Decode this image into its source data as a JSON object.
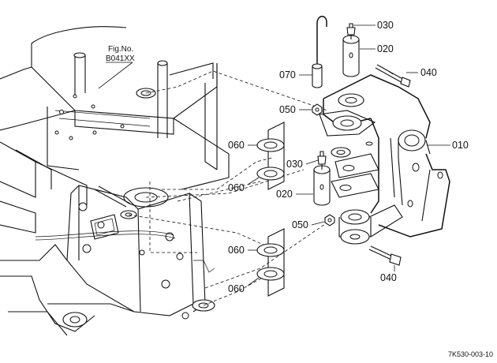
{
  "figure_ref": {
    "line1": "Fig.No.",
    "line2": "B041XX"
  },
  "callouts": {
    "c030_top": "030",
    "c020_top": "020",
    "c040_top": "040",
    "c070": "070",
    "c050_top": "050",
    "c010": "010",
    "c060_a": "060",
    "c060_b": "060",
    "c030_mid": "030",
    "c020_mid": "020",
    "c050_bot": "050",
    "c060_c": "060",
    "c060_d": "060",
    "c040_bot": "040"
  },
  "drawing_code": "7K530-003-10"
}
